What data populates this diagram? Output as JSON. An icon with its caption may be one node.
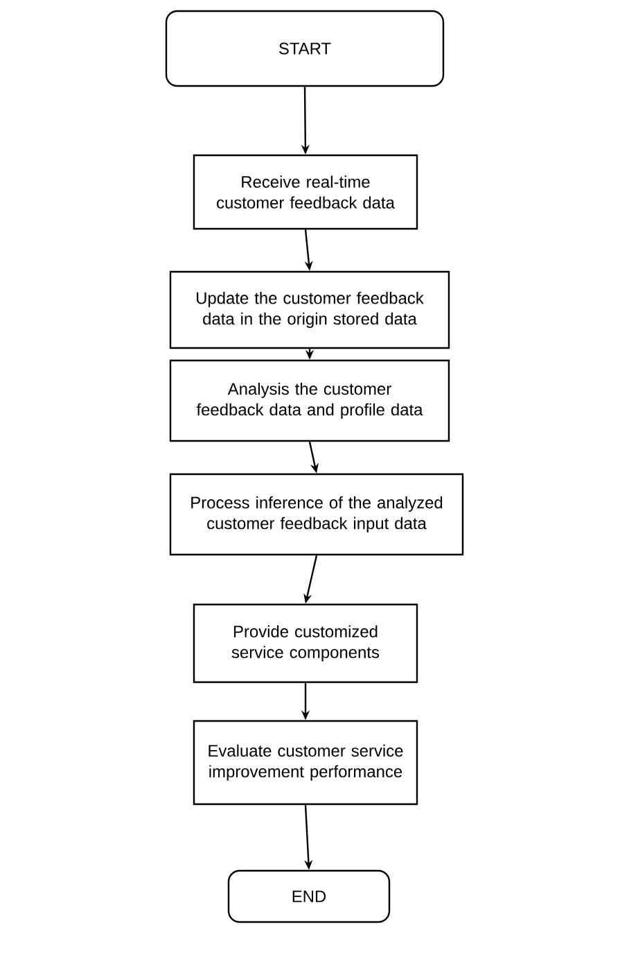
{
  "diagram": {
    "nodes": [
      {
        "text": [
          "START"
        ]
      },
      {
        "text": [
          "Receive real-time customer feedback data"
        ]
      },
      {
        "text": [
          "Update the customer feedback data in the origin stored data"
        ]
      },
      {
        "text": [
          "Analysis the customer feedback data and profile data"
        ]
      },
      {
        "text": [
          "Process inference of the analyzed customer feedback input data"
        ]
      },
      {
        "text": [
          "Provide customized service components"
        ]
      },
      {
        "text": [
          "Evaluate customer service improvement performance"
        ]
      },
      {
        "text": [
          "END"
        ]
      }
    ],
    "edges": [
      {
        "from": 0,
        "to": 1,
        "arrow": "to"
      },
      {
        "from": 1,
        "to": 2,
        "arrow": "to"
      },
      {
        "from": 2,
        "to": 3,
        "arrow": "to"
      },
      {
        "from": 3,
        "to": 4,
        "arrow": "to"
      },
      {
        "from": 4,
        "to": 5,
        "arrow": "to"
      },
      {
        "from": 5,
        "to": 6,
        "arrow": "to"
      },
      {
        "from": 6,
        "to": 7,
        "arrow": "to"
      }
    ]
  }
}
